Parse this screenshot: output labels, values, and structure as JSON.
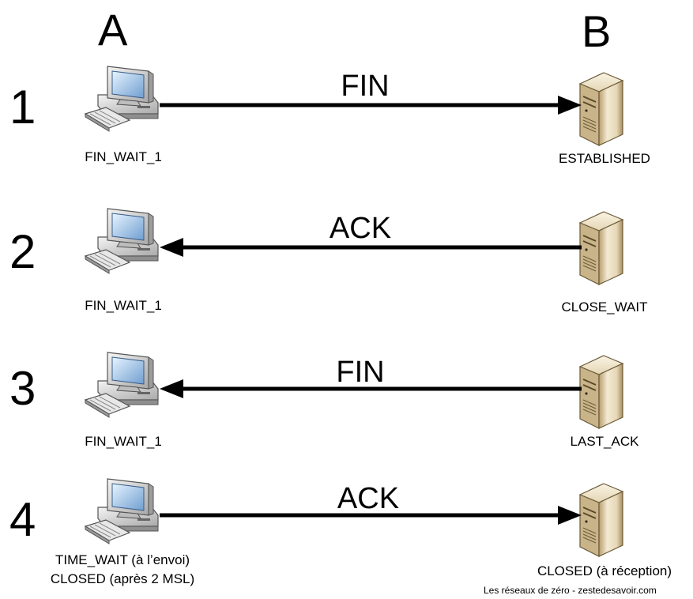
{
  "columns": {
    "a": "A",
    "b": "B"
  },
  "steps": [
    {
      "number": "1",
      "message": "FIN",
      "a_state": "FIN_WAIT_1",
      "b_state": "ESTABLISHED"
    },
    {
      "number": "2",
      "message": "ACK",
      "a_state": "FIN_WAIT_1",
      "b_state": "CLOSE_WAIT"
    },
    {
      "number": "3",
      "message": "FIN",
      "a_state": "FIN_WAIT_1",
      "b_state": "LAST_ACK"
    },
    {
      "number": "4",
      "message": "ACK",
      "a_state_line1": "TIME_WAIT (à l’envoi)",
      "a_state_line2": "CLOSED (après 2 MSL)",
      "b_state": "CLOSED (à réception)"
    }
  ],
  "credit": "Les réseaux de zéro - zestedesavoir.com",
  "icons": {
    "client": "desktop-computer-icon",
    "server": "server-tower-icon"
  },
  "colors": {
    "arrow": "#000000",
    "server_body": "#e8dcc0",
    "monitor_frame": "#d8d8d8"
  }
}
